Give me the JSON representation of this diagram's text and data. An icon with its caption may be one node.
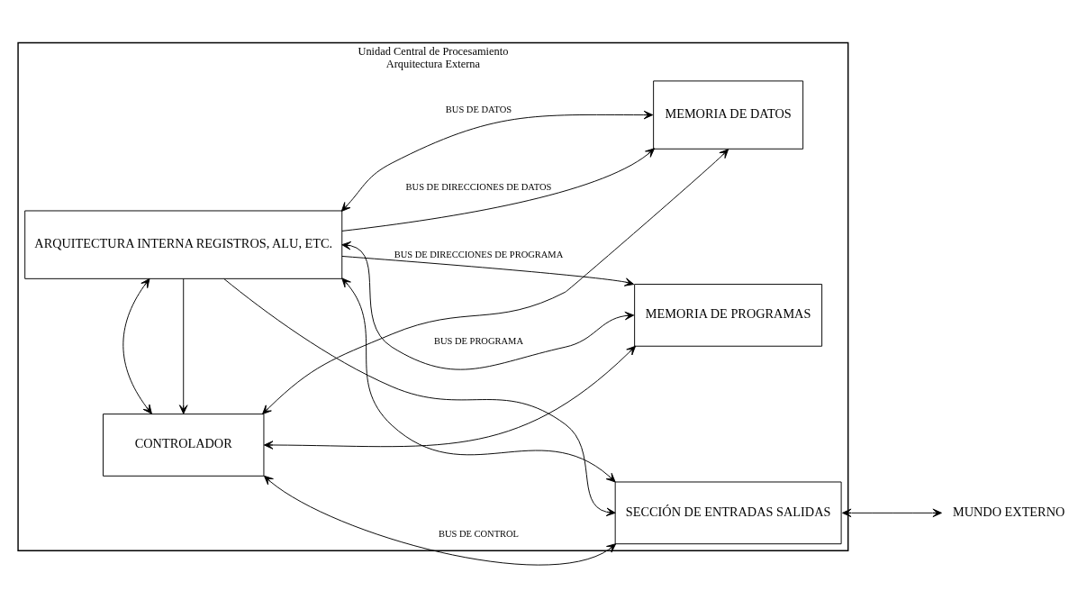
{
  "diagram": {
    "nodes": [
      {
        "text": [
          "Unidad Central de Procesamiento",
          "Arquitectura Externa"
        ]
      },
      {
        "text": [
          "ARQUITECTURA INTERNA REGISTROS, ALU, ETC."
        ],
        "in": 0
      },
      {
        "text": [
          "MEMORIA DE DATOS"
        ],
        "in": 0
      },
      {
        "text": [
          "MEMORIA DE PROGRAMAS"
        ],
        "in": 0
      },
      {
        "text": [
          "SECCIÓN DE ENTRADAS SALIDAS"
        ],
        "in": 0
      },
      {
        "text": [
          "CONTROLADOR"
        ],
        "in": 0
      },
      {
        "text": [
          "MUNDO EXTERNO"
        ]
      }
    ],
    "edges": [
      {
        "from": 1,
        "to": 2,
        "arrow": "both",
        "label": "BUS DE DATOS"
      },
      {
        "from": 1,
        "to": 2,
        "arrow": "to",
        "label": "BUS DE DIRECCIONES DE DATOS"
      },
      {
        "from": 1,
        "to": 3,
        "arrow": "both",
        "label": "BUS DE PROGRAMA"
      },
      {
        "from": 1,
        "to": 3,
        "arrow": "to",
        "label": "BUS DE DIRECCIONES DE PROGRAMA"
      },
      {
        "from": 1,
        "to": 4,
        "arrow": "both"
      },
      {
        "from": 1,
        "to": 4,
        "arrow": "to"
      },
      {
        "from": 1,
        "to": 5,
        "arrow": "to"
      },
      {
        "from": 1,
        "to": 5,
        "arrow": "both"
      },
      {
        "from": 5,
        "to": 2,
        "arrow": "both"
      },
      {
        "from": 5,
        "to": 3,
        "arrow": "both"
      },
      {
        "from": 5,
        "to": 4,
        "arrow": "both",
        "label": "BUS DE CONTROL"
      },
      {
        "from": 4,
        "to": 6,
        "arrow": "both"
      }
    ]
  }
}
